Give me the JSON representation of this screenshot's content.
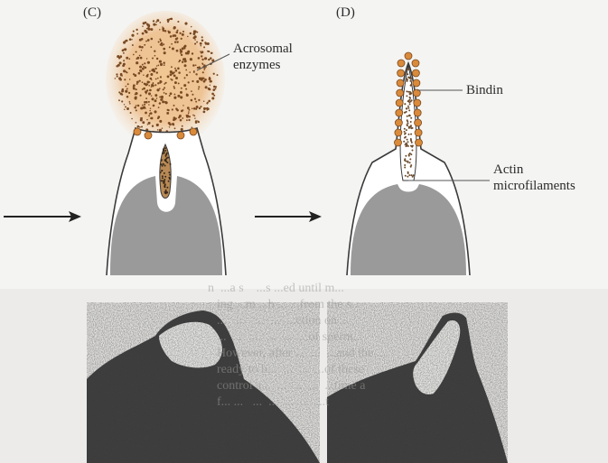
{
  "panels": {
    "left": {
      "label": "(C)"
    },
    "right": {
      "label": "(D)"
    }
  },
  "callouts": {
    "acrosomal": {
      "line1": "Acrosomal",
      "line2": "enzymes"
    },
    "bindin": "Bindin",
    "actin": {
      "line1": "Actin",
      "line2": "microfilaments"
    }
  },
  "bleed_text": {
    "lines": [
      "n  ...a s    ...s ...ed until m...",
      "ing ...m ...h ... ...from the s...",
      "...   ...   ...  ...  ...ction on ...",
      "...  ...   ...  ...  ...  ...of sperm...",
      "However, after ...  ...  ...and the ...",
      "ready to b...  ...  ...  ...of these",
      "control a...  ...  ...  ...  ...time a",
      "f... ...   ...  ...  ...  ...  ...t"
    ]
  },
  "colors": {
    "enzyme_glow": "#e8b070",
    "enzyme_dot": "#7a4a22",
    "bindin_dot": "#d98a3a",
    "nucleus": "#9a9a9a",
    "outline": "#3a3a3a",
    "arrow": "#222222"
  },
  "icons": {
    "arrow_left": "right-arrow-icon",
    "arrow_right": "right-arrow-icon"
  }
}
